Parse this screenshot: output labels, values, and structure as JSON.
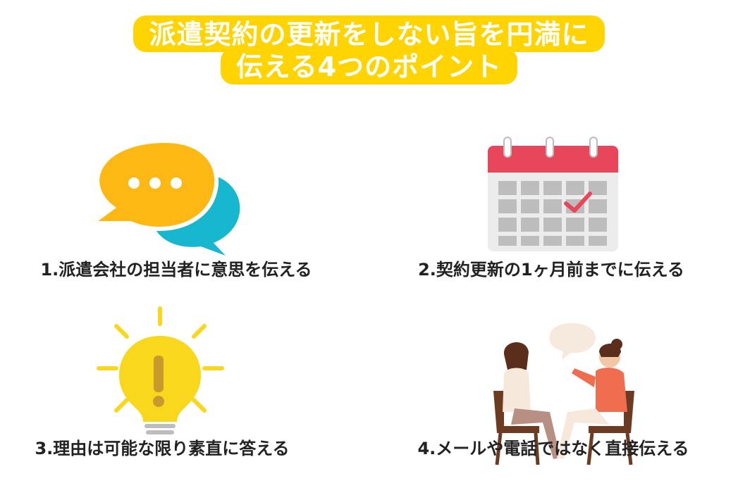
{
  "title": {
    "line1": "派遣契約の更新をしない旨を円満に",
    "line2": "伝える4つのポイント"
  },
  "points": [
    {
      "label": "1.派遣会社の担当者に意思を伝える",
      "icon": "speech-bubbles-icon"
    },
    {
      "label": "2.契約更新の1ヶ月前までに伝える",
      "icon": "calendar-icon"
    },
    {
      "label": "3.理由は可能な限り素直に答える",
      "icon": "lightbulb-icon"
    },
    {
      "label": "4.メールや電話ではなく直接伝える",
      "icon": "conversation-people-icon"
    }
  ],
  "colors": {
    "accent": "#FFD400",
    "bubble_orange": "#FDB813",
    "bubble_teal": "#17B8CF",
    "calendar_red": "#E8465A",
    "bulb_yellow": "#F9D71C"
  }
}
